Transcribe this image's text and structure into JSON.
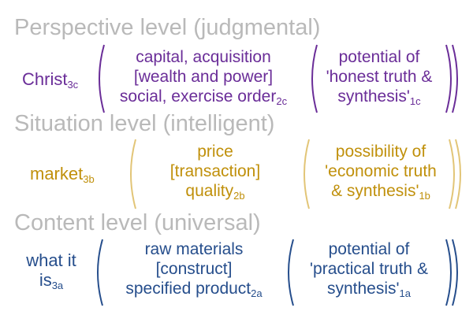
{
  "levels": [
    {
      "heading": "Perspective level (judgmental)",
      "term": "Christ",
      "term_sub": "3c",
      "middle": [
        "capital, acquisition",
        "[wealth and power]",
        "social, exercise order"
      ],
      "middle_sub": "2c",
      "right": [
        "potential of",
        "'honest truth &",
        "synthesis'"
      ],
      "right_sub": "1c",
      "color": "#6a2d98"
    },
    {
      "heading": "Situation level (intelligent)",
      "term": "market",
      "term_sub": "3b",
      "middle": [
        "price",
        "[transaction]",
        "quality"
      ],
      "middle_sub": "2b",
      "right": [
        "possibility of",
        "'economic truth",
        "& synthesis'"
      ],
      "right_sub": "1b",
      "color": "#c0900b"
    },
    {
      "heading": "Content level (universal)",
      "term": [
        "what it",
        "is"
      ],
      "term_sub": "3a",
      "middle": [
        "raw materials",
        "[construct]",
        "specified product"
      ],
      "middle_sub": "2a",
      "right": [
        "potential of",
        "'practical truth &",
        "synthesis'"
      ],
      "right_sub": "1a",
      "color": "#264e8c"
    }
  ]
}
